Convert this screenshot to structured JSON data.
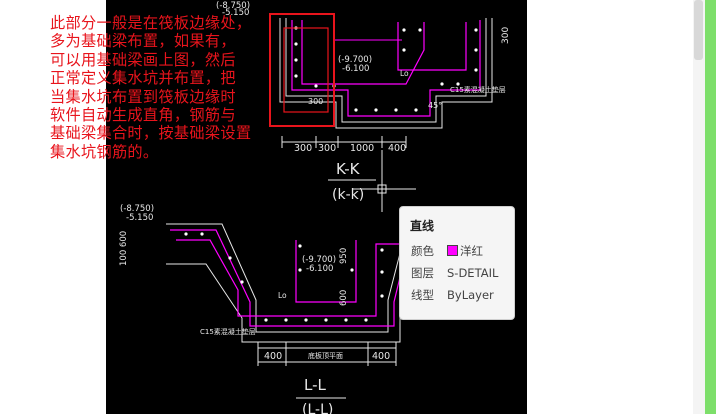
{
  "note": {
    "lines": [
      "此部分一般是在筏板边缘处，",
      "多为基础梁布置，如果有，",
      "可以用基础梁画上图，然后",
      "正常定义集水坑并布置，把",
      "当集水坑布置到筏板边缘时",
      "软件自动生成直角，钢筋与",
      "基础梁集合时，按基础梁设置",
      "集水坑钢筋的。"
    ]
  },
  "drawing": {
    "top_elev_1": "(-8.750)",
    "top_elev_2": "-5.150",
    "kk_dim_labels": [
      "300",
      "300",
      "1000",
      "400"
    ],
    "kk_elev_1": "(-9.700)",
    "kk_elev_2": "-6.100",
    "kk_dim_right": "300",
    "kk_small_1": "Lo",
    "kk_small_2": "300",
    "kk_c15": "C15素混凝土垫层",
    "kk_angle": "45°",
    "kk_title": "K-K",
    "kk_subtitle": "(k-k)",
    "ll_elev_1": "(-8.750)",
    "ll_elev_2": "-5.150",
    "ll_dim_left": "100 600",
    "ll_elev_3": "(-9.700)",
    "ll_elev_4": "-6.100",
    "ll_dim_mid": "950",
    "ll_dim_mid2": "600",
    "ll_c15": "C15素混凝土垫层",
    "ll_dim_bottom_1": "400",
    "ll_dim_bottom_2": "400",
    "ll_bottom_label": "底板顶平面",
    "ll_title": "L-L",
    "ll_subtitle": "(L-L)",
    "lo_label": "Lo"
  },
  "tooltip": {
    "title": "直线",
    "color_key": "颜色",
    "color_value": "洋红",
    "color_swatch": "#ff00ff",
    "layer_key": "图层",
    "layer_value": "S-DETAIL",
    "linetype_key": "线型",
    "linetype_value": "ByLayer"
  }
}
